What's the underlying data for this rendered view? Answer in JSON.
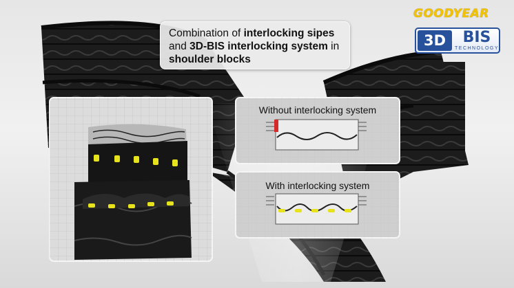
{
  "callout": {
    "line1_a": "Combination of ",
    "line1_b": "interlocking sipes",
    "line2_a": "and ",
    "line2_b": "3D-BIS interlocking system",
    "line2_c": " in",
    "line3": "shoulder blocks"
  },
  "brand": {
    "logo_text": "GOODYEAR",
    "badge_3d": "3D",
    "badge_word": "BIS",
    "badge_sub": "TECHNOLOGY"
  },
  "panels": {
    "without_label": "Without interlocking system",
    "with_label": "With interlocking system"
  },
  "colors": {
    "accent_yellow": "#e6e21c",
    "accent_red": "#d42a2a",
    "brand_blue": "#27519a",
    "brand_gold": "#f4c300"
  }
}
